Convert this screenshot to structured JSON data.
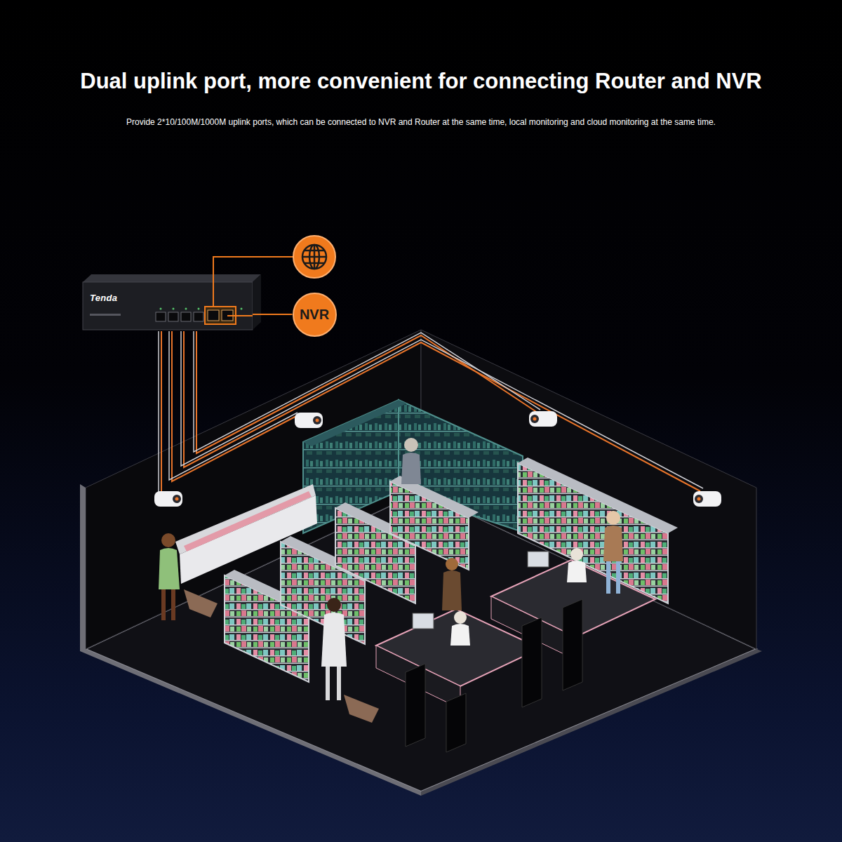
{
  "diagram": {
    "title": "Dual uplink port, more convenient for connecting Router and NVR",
    "caption": "Provide 2*10/100M/1000M uplink ports, which can be connected to NVR and Router at the same time, local monitoring and cloud monitoring at the same time.",
    "nodes": [
      {
        "text": [
          "Tenda"
        ]
      },
      {
        "text": [
          "NVR"
        ]
      }
    ],
    "edges": [
      {
        "from": 0,
        "to": 1,
        "arrow": "none"
      }
    ]
  }
}
